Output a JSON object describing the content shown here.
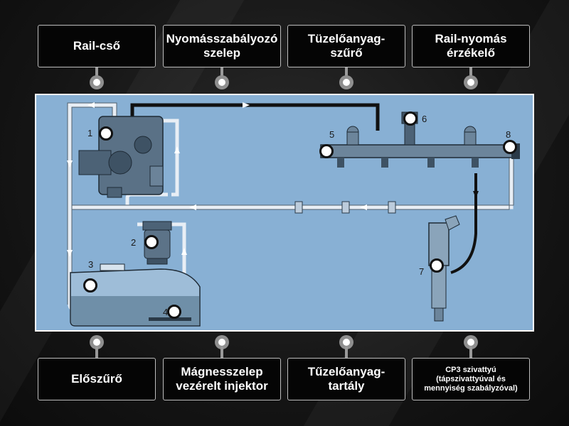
{
  "top_labels": [
    "Rail-cső",
    "Nyomásszabályozó szelep",
    "Tüzelőanyag-szűrő",
    "Rail-nyomás érzékelő"
  ],
  "bottom_labels": [
    "Előszűrő",
    "Mágnesszelep vezérelt injektor",
    "Tűzelőanyag-tartály",
    "CP3 szivattyú (tápszivattyúval és mennyiség szabályzóval)"
  ],
  "diagram_numbers": [
    "1",
    "2",
    "3",
    "4",
    "5",
    "6",
    "7",
    "8"
  ],
  "colors": {
    "diagram_bg": "#88b0d4",
    "pipe": "#e6eef6",
    "dark_pipe": "#111111",
    "fuel": "#6f8fa8"
  }
}
